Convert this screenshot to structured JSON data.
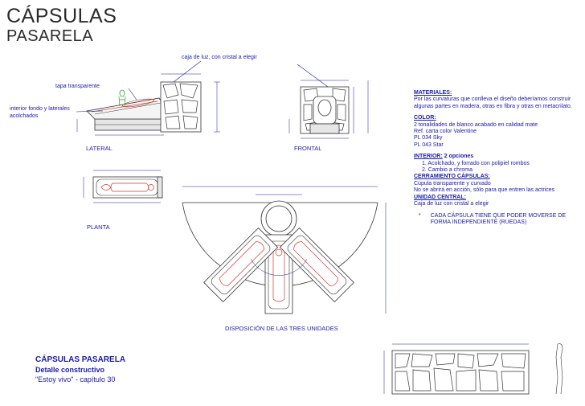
{
  "title": {
    "line1": "CÁPSULAS",
    "line2": "PASARELA"
  },
  "callouts": {
    "light_box": "caja de luz, con cristal a elegir",
    "transparent_lid": "tapa transparente",
    "interior_padding_line1": "interior fondo y laterales",
    "interior_padding_line2": "acolchados"
  },
  "views": {
    "lateral": "LATERAL",
    "frontal": "FRONTAL",
    "planta": "PLANTA",
    "disposicion": "DISPOSICIÓN DE LAS TRES UNIDADES"
  },
  "notes": {
    "materiales_h": "MATERIALES:",
    "materiales_text": "Por las curvaturas que conlleva el diseño deberíamos construir algunas partes en madera, otras en fibra y otras en metacrilato.",
    "color_h": "COLOR:",
    "color_lines": [
      "2 tonalidades de blanco acabado en calidad mate",
      "Ref. carta color Valentine",
      "PL 034 Sky",
      "PL 043 Star"
    ],
    "interior_h": "INTERIOR:",
    "interior_options": "2 opciones",
    "interior_items": [
      "1.    Acolchado, y forrado con polipiel rombos",
      "2.    Cambio a chroma"
    ],
    "cerramiento_h": "CERRAMIENTO CÁPSULAS:",
    "cerramiento_lines": [
      "Cúpula transparente y curvado",
      "No se abrirá en acción, sólo para que entren las actrices"
    ],
    "unidad_h": "UNIDAD CENTRAL:",
    "unidad_lines": [
      "Caja de luz con cristal a elegir"
    ],
    "bullet": "*",
    "note": "CADA CÁPSULA TIENE QUE PODER MOVERSE DE FORMA INDEPENDIENTE (RUEDAS)"
  },
  "footer": {
    "line1": "CÁPSULAS PASARELA",
    "line2": "Detalle constructivo",
    "line3": "\"Estoy vivo\" - capítulo 30"
  },
  "colors": {
    "line": "#1a1aa8",
    "figure": "#d23a2a",
    "lid": "#2aa02a",
    "ink": "#333333"
  }
}
